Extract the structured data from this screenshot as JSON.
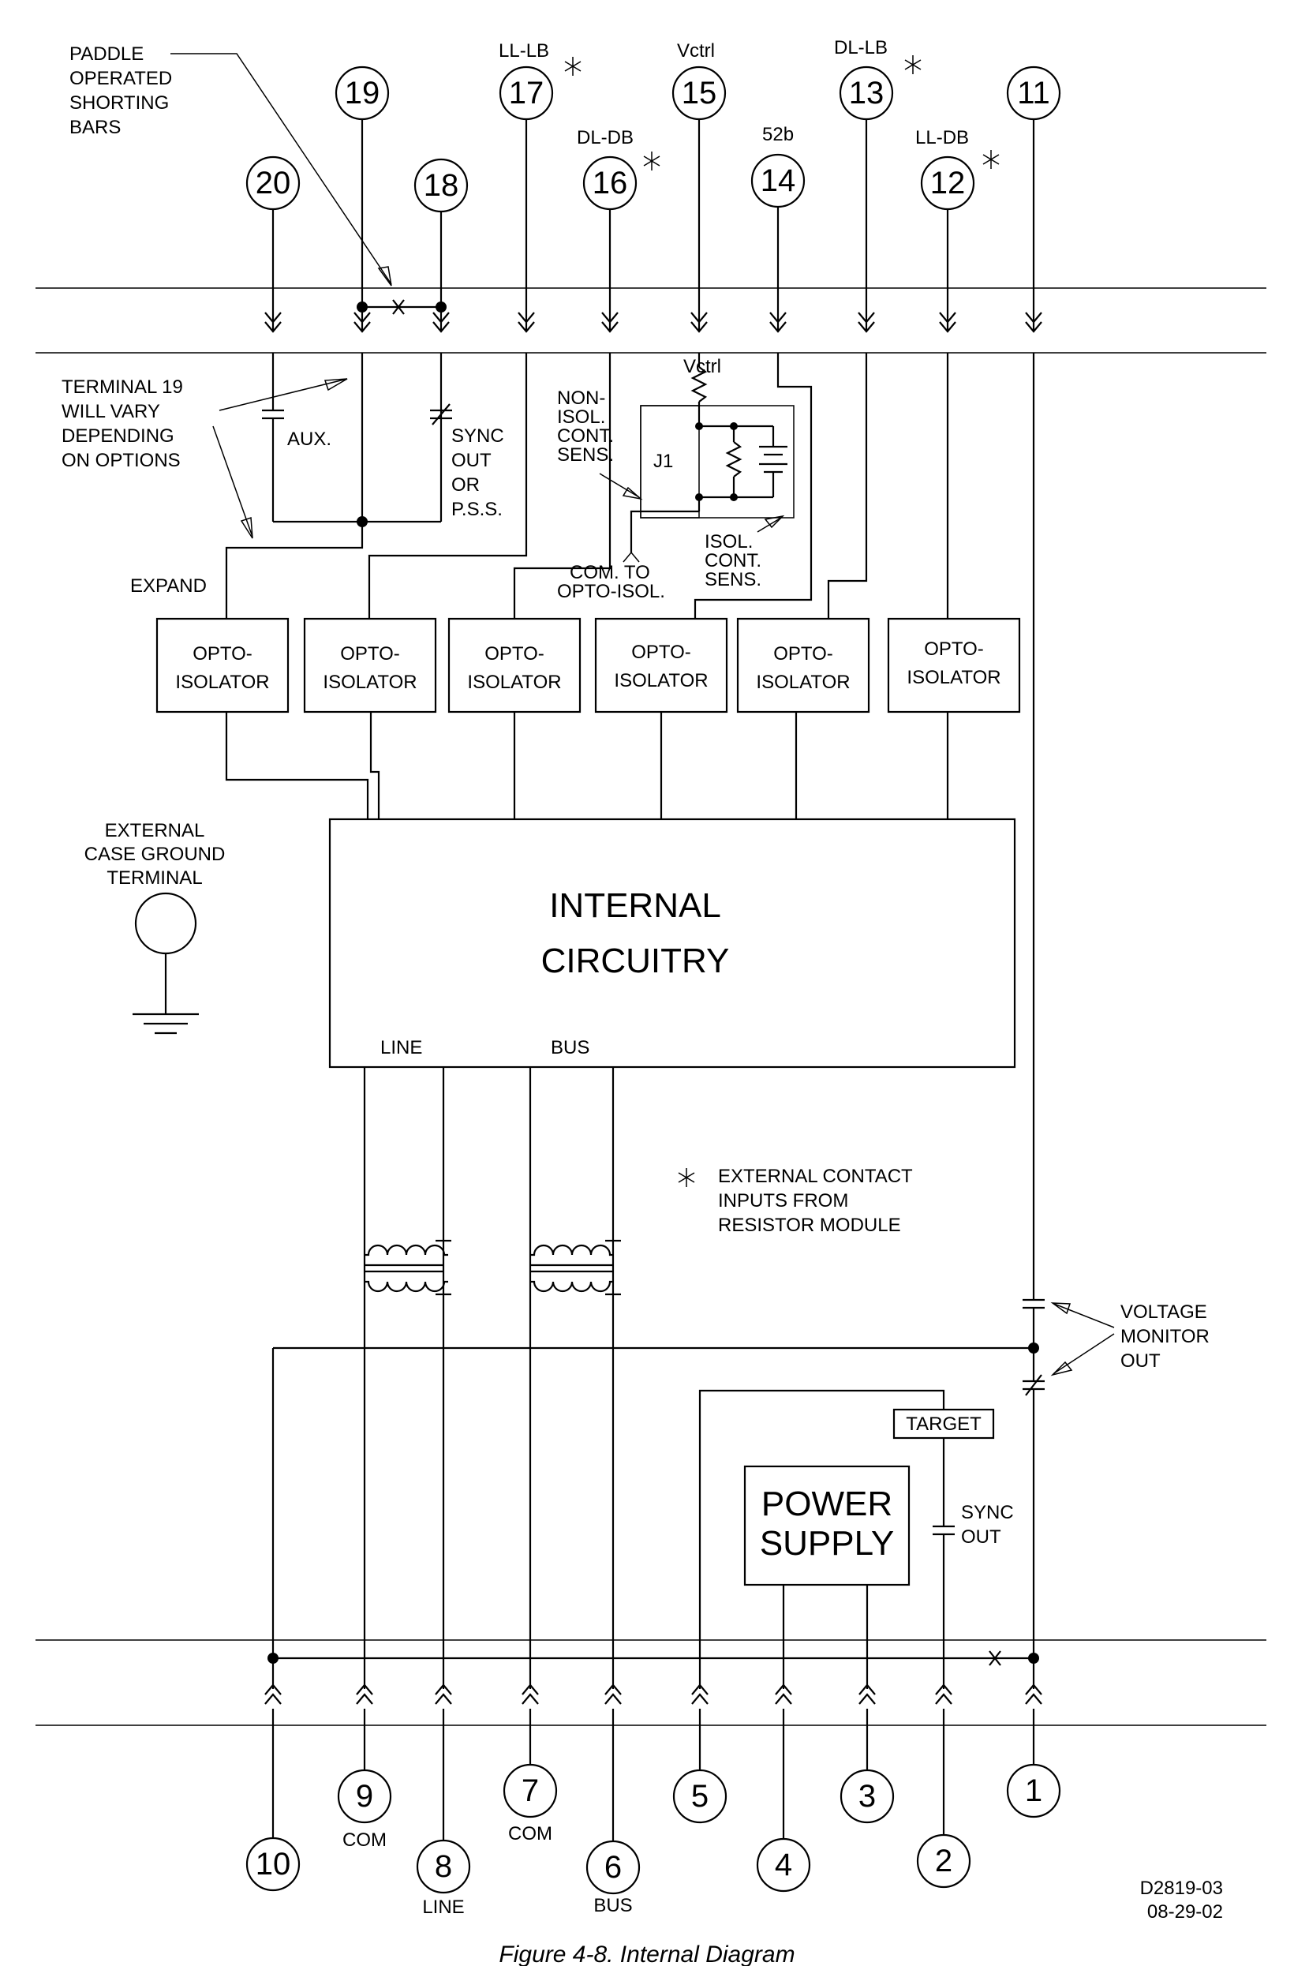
{
  "top_terminals": [
    {
      "num": "19"
    },
    {
      "num": "17",
      "label": "LL-LB",
      "star": true
    },
    {
      "num": "15",
      "label": "Vctrl"
    },
    {
      "num": "13",
      "label": "DL-LB",
      "star": true
    },
    {
      "num": "11"
    },
    {
      "num": "20"
    },
    {
      "num": "18"
    },
    {
      "num": "16",
      "label": "DL-DB",
      "star": true
    },
    {
      "num": "14",
      "label": "52b"
    },
    {
      "num": "12",
      "label": "LL-DB",
      "star": true
    }
  ],
  "bottom_terminals": [
    {
      "num": "9",
      "label": "COM"
    },
    {
      "num": "7",
      "label": "COM"
    },
    {
      "num": "5"
    },
    {
      "num": "3"
    },
    {
      "num": "1"
    },
    {
      "num": "10"
    },
    {
      "num": "8",
      "label": "LINE"
    },
    {
      "num": "6",
      "label": "BUS"
    },
    {
      "num": "4"
    },
    {
      "num": "2"
    }
  ],
  "notes": {
    "paddle": [
      "PADDLE",
      "OPERATED",
      "SHORTING",
      "BARS"
    ],
    "terminal19": [
      "TERMINAL 19",
      "WILL VARY",
      "DEPENDING",
      "ON OPTIONS"
    ],
    "aux": "AUX.",
    "sync_out_pss": [
      "SYNC",
      "OUT",
      "OR",
      "P.S.S."
    ],
    "expand": "EXPAND",
    "vctrl": "Vctrl",
    "non_isol": [
      "NON-",
      "ISOL.",
      "CONT.",
      "SENS."
    ],
    "j1": "J1",
    "com_opto": [
      "COM. TO",
      "OPTO-ISOL."
    ],
    "isol": [
      "ISOL.",
      "CONT.",
      "SENS."
    ],
    "ground": [
      "EXTERNAL",
      "CASE GROUND",
      "TERMINAL"
    ],
    "star_note": [
      "EXTERNAL CONTACT",
      "INPUTS FROM",
      "RESISTOR MODULE"
    ],
    "voltage_monitor": [
      "VOLTAGE",
      "MONITOR",
      "OUT"
    ],
    "target": "TARGET",
    "sync_out": [
      "SYNC",
      "OUT"
    ],
    "line": "LINE",
    "bus": "BUS"
  },
  "opto_label": [
    "OPTO-",
    "ISOLATOR"
  ],
  "internal": [
    "INTERNAL",
    "CIRCUITRY"
  ],
  "power_supply": [
    "POWER",
    "SUPPLY"
  ],
  "drawing_number": "D2819-03",
  "drawing_date": "08-29-02",
  "caption": "Figure 4-8. Internal Diagram"
}
